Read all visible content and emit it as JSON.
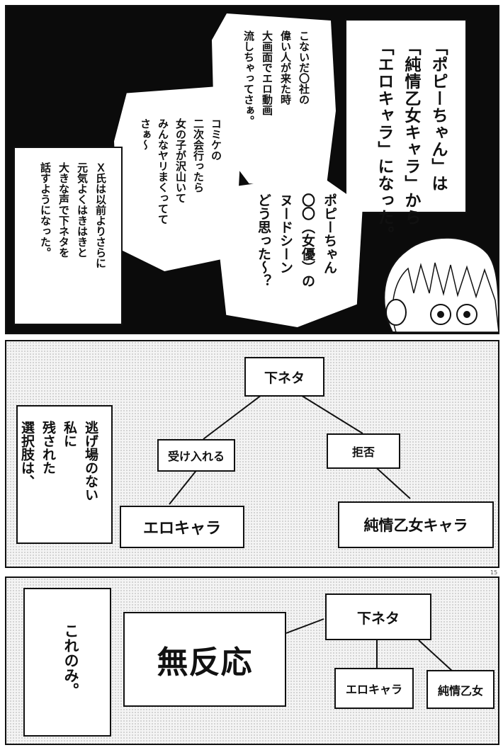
{
  "panel1": {
    "caption": "「ポピーちゃん」は\n「純情乙女キャラ」から\n「エロキャラ」になった。",
    "bubble_a": "こないだ〇社の\n偉い人が来た時\n大画面でエロ動画\n流しちゃってさぁ。",
    "bubble_b": "コミケの\n二次会行ったら\n女の子が沢山いて\nみんなヤリまくってて\nさぁ〜",
    "bubble_c": "ポピーちゃん\n〇〇（女優）の\nヌードシーン\nどう思った〜？",
    "narration": "Ｘ氏は以前よりさらに\n元気よくはきはきと\n大きな声で下ネタを\n話すようになった。"
  },
  "panel2": {
    "narration": "逃げ場のない\n私に\n残された\n選択肢は、",
    "root": "下ネタ",
    "left_branch": "受け入れる",
    "right_branch": "拒否",
    "left_leaf": "エロキャラ",
    "right_leaf": "純情乙女キャラ"
  },
  "page_number": "15",
  "panel3": {
    "narration": "これのみ。",
    "main": "無反応",
    "root": "下ネタ",
    "leaf_left": "エロキャラ",
    "leaf_right": "純情乙女"
  }
}
